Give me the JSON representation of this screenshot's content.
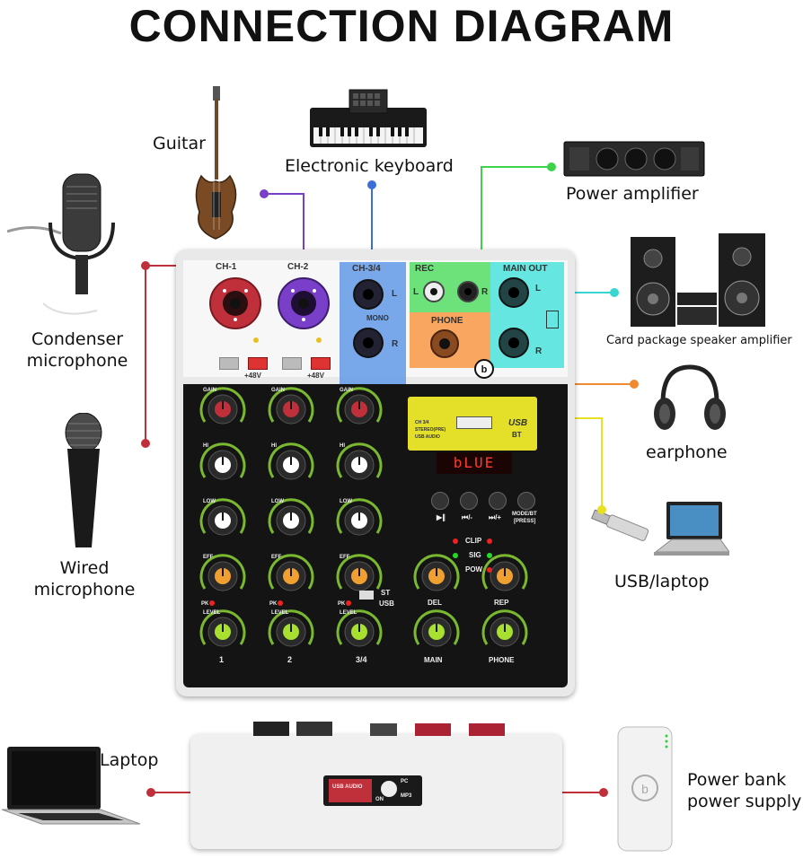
{
  "title": "CONNECTION DIAGRAM",
  "devices": {
    "guitar": "Guitar",
    "keyboard": "Electronic keyboard",
    "power_amp": "Power amplifier",
    "speaker": "Card package speaker amplifier",
    "condenser_mic": "Condenser\nmicrophone",
    "earphone": "earphone",
    "wired_mic": "Wired\nmicrophone",
    "usb_laptop": "USB/laptop",
    "laptop": "Laptop",
    "power_bank": "Power bank\npower supply"
  },
  "panel": {
    "ch1": "CH-1",
    "ch2": "CH-2",
    "ch34": "CH-3/4",
    "rec": "REC",
    "main_out": "MAIN OUT",
    "phone": "PHONE",
    "mono": "MONO",
    "l": "L",
    "r": "R",
    "phantom": "+48V",
    "usb": "USB",
    "bt": "BT",
    "display": "bLUE",
    "clip": "CLIP",
    "sig": "SIG",
    "pow": "POW",
    "st": "ST",
    "usb_sw": "USB",
    "mode_bt": "MODE/BT",
    "press": "[PRESS]",
    "usb_info_1": "CH 3/4",
    "usb_info_2": "STEREO(PRE)",
    "usb_info_3": "USB AUDIO",
    "channel_labels": [
      "1",
      "2",
      "3/4"
    ],
    "row_labels": [
      "GAIN",
      "HI",
      "LOW",
      "EFF",
      "LEVEL"
    ],
    "pk": "PK",
    "del": "DEL",
    "rep": "REP",
    "main": "MAIN",
    "phone_knob": "PHONE",
    "rear_usb": "USB AUDIO",
    "rear_pc": "PC",
    "rear_mp3": "MP3",
    "rear_on": "ON"
  },
  "colors": {
    "ch1": "#c0303a",
    "ch2": "#7a3fc8",
    "ch34": "#3a6fd8",
    "rec": "#3cd34a",
    "main_out": "#38d6d0",
    "phone": "#f08a30",
    "usb": "#e8e020"
  }
}
